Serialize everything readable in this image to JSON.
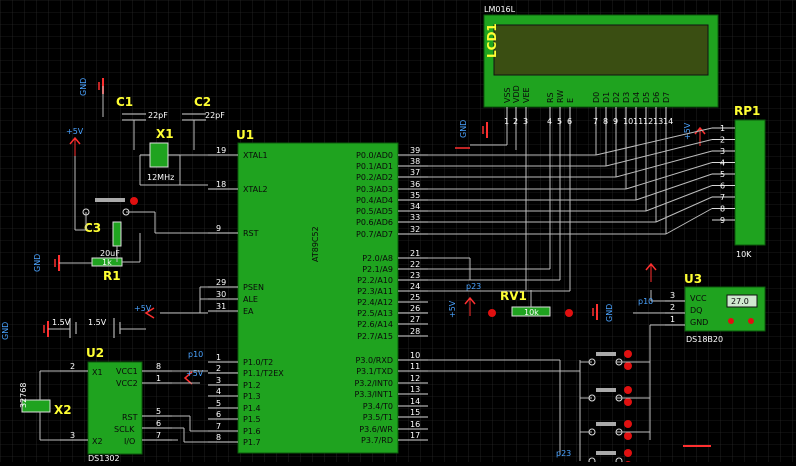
{
  "lcd": {
    "part": "LM016L",
    "ref": "LCD1",
    "pins": [
      "VSS",
      "VDD",
      "VEE",
      "RS",
      "RW",
      "E",
      "D0",
      "D1",
      "D2",
      "D3",
      "D4",
      "D5",
      "D6",
      "D7"
    ],
    "pin_numbers": [
      "1",
      "2",
      "3",
      "4",
      "5",
      "6",
      "7",
      "8",
      "9",
      "10",
      "11",
      "12",
      "13",
      "14"
    ]
  },
  "mcu": {
    "ref": "U1",
    "part": "AT89C52",
    "left_pins": [
      {
        "num": "19",
        "name": "XTAL1"
      },
      {
        "num": "18",
        "name": "XTAL2"
      },
      {
        "num": "9",
        "name": "RST"
      },
      {
        "num": "29",
        "name": "PSEN"
      },
      {
        "num": "30",
        "name": "ALE"
      },
      {
        "num": "31",
        "name": "EA"
      },
      {
        "num": "1",
        "name": "P1.0/T2"
      },
      {
        "num": "2",
        "name": "P1.1/T2EX"
      },
      {
        "num": "3",
        "name": "P1.2"
      },
      {
        "num": "4",
        "name": "P1.3"
      },
      {
        "num": "5",
        "name": "P1.4"
      },
      {
        "num": "6",
        "name": "P1.5"
      },
      {
        "num": "7",
        "name": "P1.6"
      },
      {
        "num": "8",
        "name": "P1.7"
      }
    ],
    "right_pins": [
      {
        "num": "39",
        "name": "P0.0/AD0"
      },
      {
        "num": "38",
        "name": "P0.1/AD1"
      },
      {
        "num": "37",
        "name": "P0.2/AD2"
      },
      {
        "num": "36",
        "name": "P0.3/AD3"
      },
      {
        "num": "35",
        "name": "P0.4/AD4"
      },
      {
        "num": "34",
        "name": "P0.5/AD5"
      },
      {
        "num": "33",
        "name": "P0.6/AD6"
      },
      {
        "num": "32",
        "name": "P0.7/AD7"
      },
      {
        "num": "21",
        "name": "P2.0/A8"
      },
      {
        "num": "22",
        "name": "P2.1/A9"
      },
      {
        "num": "23",
        "name": "P2.2/A10"
      },
      {
        "num": "24",
        "name": "P2.3/A11"
      },
      {
        "num": "25",
        "name": "P2.4/A12"
      },
      {
        "num": "26",
        "name": "P2.5/A13"
      },
      {
        "num": "27",
        "name": "P2.6/A14"
      },
      {
        "num": "28",
        "name": "P2.7/A15"
      },
      {
        "num": "10",
        "name": "P3.0/RXD"
      },
      {
        "num": "11",
        "name": "P3.1/TXD"
      },
      {
        "num": "12",
        "name": "P3.2/INT0"
      },
      {
        "num": "13",
        "name": "P3.3/INT1"
      },
      {
        "num": "14",
        "name": "P3.4/T0"
      },
      {
        "num": "15",
        "name": "P3.5/T1"
      },
      {
        "num": "16",
        "name": "P3.6/WR"
      },
      {
        "num": "17",
        "name": "P3.7/RD"
      }
    ]
  },
  "rp1": {
    "ref": "RP1",
    "value": "10K",
    "pins": [
      "1",
      "2",
      "3",
      "4",
      "5",
      "6",
      "7",
      "8",
      "9"
    ]
  },
  "u2": {
    "ref": "U2",
    "part": "DS1302",
    "left_pins": [
      {
        "num": "2",
        "name": "X1"
      },
      {
        "num": "3",
        "name": "X2"
      }
    ],
    "right_pins": [
      {
        "num": "8",
        "name": "VCC1"
      },
      {
        "num": "1",
        "name": "VCC2"
      },
      {
        "num": "5",
        "name": "RST"
      },
      {
        "num": "6",
        "name": "SCLK"
      },
      {
        "num": "7",
        "name": "I/O"
      }
    ]
  },
  "u3": {
    "ref": "U3",
    "part": "DS18B20",
    "pins": [
      {
        "num": "3",
        "name": "VCC"
      },
      {
        "num": "2",
        "name": "DQ"
      },
      {
        "num": "1",
        "name": "GND"
      }
    ],
    "temp": "27.0"
  },
  "crystal1": {
    "ref": "X1",
    "value": "12MHz"
  },
  "crystal2": {
    "ref": "X2",
    "value": "32768"
  },
  "c1": {
    "ref": "C1",
    "value": "22pF"
  },
  "c2": {
    "ref": "C2",
    "value": "22pF"
  },
  "c3": {
    "ref": "C3",
    "value": "20uF"
  },
  "r1": {
    "ref": "R1",
    "value": "1k"
  },
  "rv1": {
    "ref": "RV1",
    "value": "10k"
  },
  "battery": {
    "v1": "1.5V",
    "v2": "1.5V"
  },
  "nets": {
    "gnd": "GND",
    "vcc": "+5V",
    "p10": "p10",
    "p23": "p23"
  },
  "colors": {
    "component": "#1fa31f",
    "grid": "#3a3a3a",
    "wire": "#bdbdbd",
    "label_blue": "#4aa3ff",
    "power_red": "#ff3030",
    "ref_yellow": "#ffff33"
  }
}
